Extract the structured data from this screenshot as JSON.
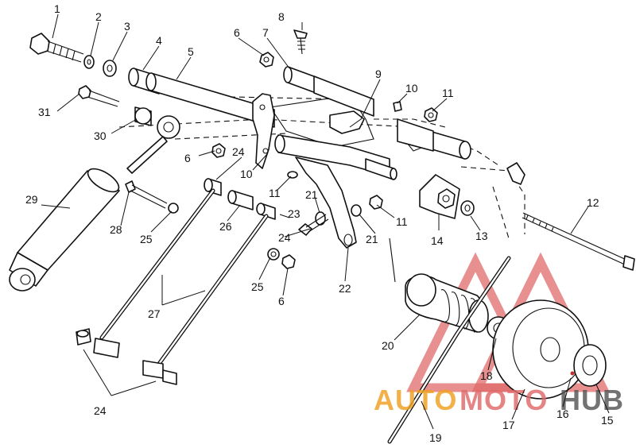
{
  "callouts": [
    {
      "id": "c1",
      "label": "1"
    },
    {
      "id": "c2",
      "label": "2"
    },
    {
      "id": "c3",
      "label": "3"
    },
    {
      "id": "c4",
      "label": "4"
    },
    {
      "id": "c5",
      "label": "5"
    },
    {
      "id": "c6a",
      "label": "6"
    },
    {
      "id": "c7",
      "label": "7"
    },
    {
      "id": "c8",
      "label": "8"
    },
    {
      "id": "c9",
      "label": "9"
    },
    {
      "id": "c10a",
      "label": "10"
    },
    {
      "id": "c11a",
      "label": "11"
    },
    {
      "id": "c31",
      "label": "31"
    },
    {
      "id": "c30",
      "label": "30"
    },
    {
      "id": "c6b",
      "label": "6"
    },
    {
      "id": "c24a",
      "label": "24"
    },
    {
      "id": "c10b",
      "label": "10"
    },
    {
      "id": "c11b",
      "label": "11"
    },
    {
      "id": "c21a",
      "label": "21"
    },
    {
      "id": "c11c",
      "label": "11"
    },
    {
      "id": "c21b",
      "label": "21"
    },
    {
      "id": "c29",
      "label": "29"
    },
    {
      "id": "c28",
      "label": "28"
    },
    {
      "id": "c25a",
      "label": "25"
    },
    {
      "id": "c26",
      "label": "26"
    },
    {
      "id": "c23",
      "label": "23"
    },
    {
      "id": "c24b",
      "label": "24"
    },
    {
      "id": "c14",
      "label": "14"
    },
    {
      "id": "c13",
      "label": "13"
    },
    {
      "id": "c12",
      "label": "12"
    },
    {
      "id": "c25b",
      "label": "25"
    },
    {
      "id": "c6c",
      "label": "6"
    },
    {
      "id": "c22",
      "label": "22"
    },
    {
      "id": "c27",
      "label": "27"
    },
    {
      "id": "c20",
      "label": "20"
    },
    {
      "id": "c18",
      "label": "18"
    },
    {
      "id": "c24c",
      "label": "24"
    },
    {
      "id": "c17",
      "label": "17"
    },
    {
      "id": "c16",
      "label": "16"
    },
    {
      "id": "c15",
      "label": "15"
    },
    {
      "id": "c19",
      "label": "19"
    }
  ],
  "watermark": {
    "part1": "AUTO",
    "part2": "MOTO",
    "part3": "HUB",
    "color_orange": "#f0a020",
    "color_red": "#e06a6a",
    "color_dark": "#555555"
  }
}
